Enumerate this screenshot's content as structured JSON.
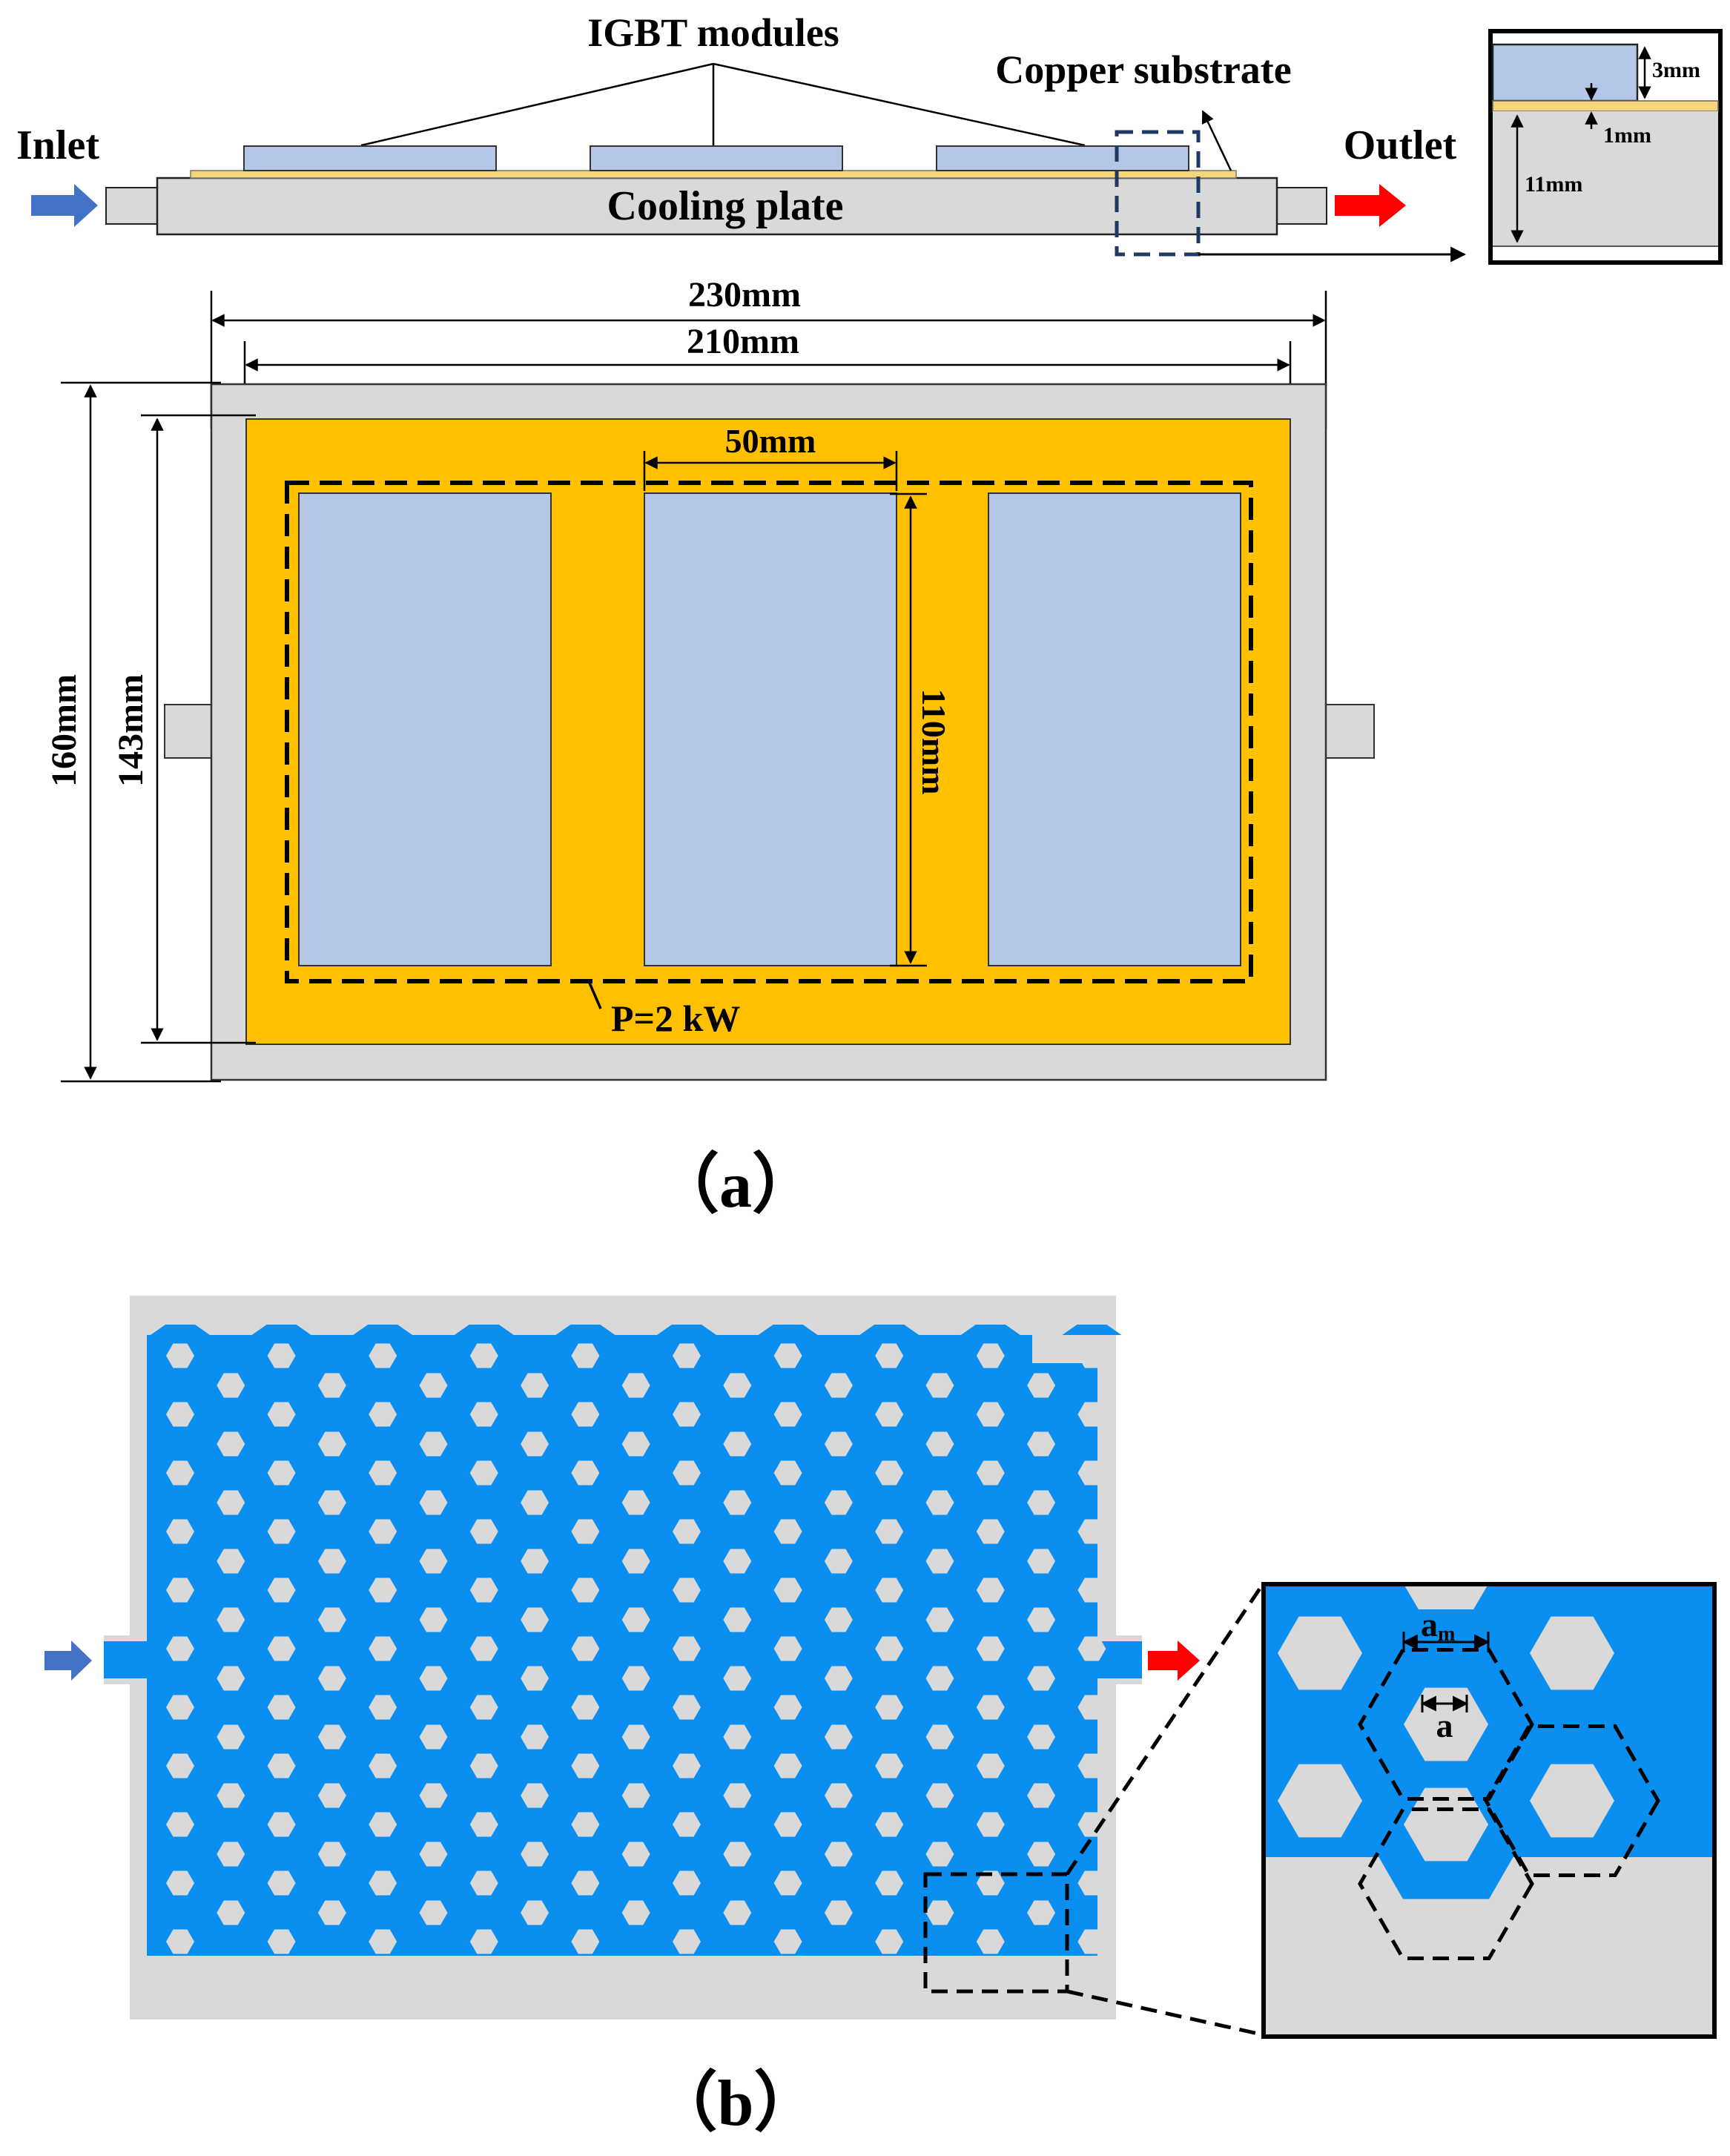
{
  "panel_a": {
    "side_view": {
      "title_modules": "IGBT modules",
      "title_substrate": "Copper substrate",
      "inlet": "Inlet",
      "outlet": "Outlet",
      "cooling_plate": "Cooling plate"
    },
    "inset": {
      "dim_module": "3mm",
      "dim_substrate": "1mm",
      "dim_plate": "11mm"
    },
    "top_view": {
      "dim_width_outer": "230mm",
      "dim_width_inner": "210mm",
      "dim_height_outer": "160mm",
      "dim_height_inner": "143mm",
      "dim_module_width": "50mm",
      "dim_module_height": "110mm",
      "power": "P=2 kW"
    },
    "caption": "（a）"
  },
  "panel_b": {
    "zoom": {
      "label_am": "a",
      "label_am_sub": "m",
      "label_a": "a"
    },
    "caption": "（b）"
  },
  "colors": {
    "plate_gray": "#d9d9d9",
    "copper_yellow": "#ffc000",
    "copper_strip": "#f5d77a",
    "module_blue": "#b4c7e7",
    "coolant_blue": "#0a8ff0",
    "pin_gray": "#d9d9d9",
    "arrow_inlet": "#4472c4",
    "arrow_outlet": "#ff0000",
    "line": "#000000"
  }
}
